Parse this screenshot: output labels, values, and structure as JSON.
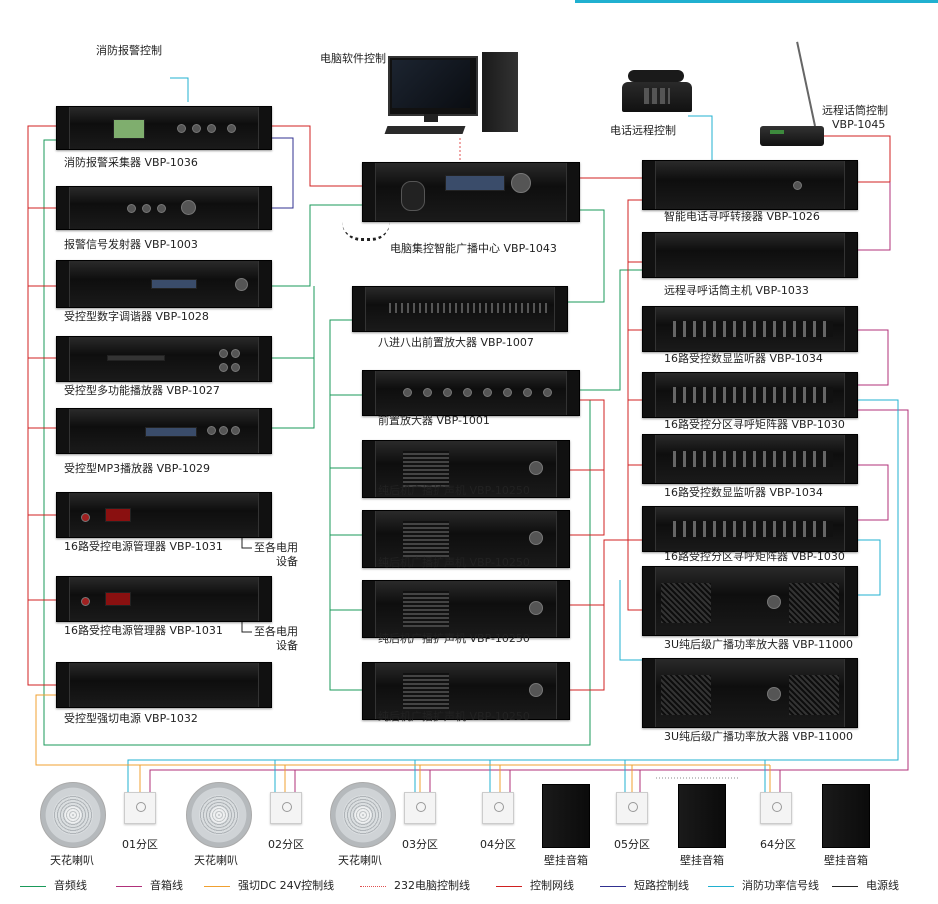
{
  "labels": {
    "fire_alarm_control": "消防报警控制",
    "pc_software_control": "电脑软件控制",
    "phone_remote_control": "电话远程控制",
    "remote_mic_control": "远程话筒控制",
    "remote_mic_model": "VBP-1045",
    "to_devices_1": "至各电用",
    "to_devices_1b": "设备",
    "to_devices_2": "至各电用",
    "to_devices_2b": "设备"
  },
  "left_devices": [
    {
      "label": "消防报警采集器 VBP-1036"
    },
    {
      "label": "报警信号发射器 VBP-1003"
    },
    {
      "label": "受控型数字调谐器 VBP-1028"
    },
    {
      "label": "受控型多功能播放器 VBP-1027"
    },
    {
      "label": "受控型MP3播放器 VBP-1029"
    },
    {
      "label": "16路受控电源管理器 VBP-1031"
    },
    {
      "label": "16路受控电源管理器 VBP-1031"
    },
    {
      "label": "受控型强切电源 VBP-1032"
    }
  ],
  "center_devices": [
    {
      "label": "电脑集控智能广播中心 VBP-1043"
    },
    {
      "label": "八进八出前置放大器 VBP-1007"
    },
    {
      "label": "前置放大器 VBP-1001"
    },
    {
      "label": "纯后机广播扩声机 VBP-10250"
    },
    {
      "label": "纯后机广播扩声机 VBP-10250"
    },
    {
      "label": "纯后机广播扩声机 VBP-10250"
    },
    {
      "label": "纯后机广播扩声机 VBP-10250"
    }
  ],
  "right_devices": [
    {
      "label": "智能电话寻呼转接器 VBP-1026"
    },
    {
      "label": "远程寻呼话筒主机 VBP-1033"
    },
    {
      "label": "16路受控数显监听器 VBP-1034"
    },
    {
      "label": "16路受控分区寻呼矩阵器 VBP-1030"
    },
    {
      "label": "16路受控数显监听器 VBP-1034"
    },
    {
      "label": "16路受控分区寻呼矩阵器 VBP-1030"
    },
    {
      "label": "3U纯后级广播功率放大器 VBP-11000"
    },
    {
      "label": "3U纯后级广播功率放大器 VBP-11000"
    }
  ],
  "speakers": [
    {
      "label": "天花喇叭"
    },
    {
      "label": "01分区"
    },
    {
      "label": "天花喇叭"
    },
    {
      "label": "02分区"
    },
    {
      "label": "天花喇叭"
    },
    {
      "label": "03分区"
    },
    {
      "label": "04分区"
    },
    {
      "label": "壁挂音箱"
    },
    {
      "label": "05分区"
    },
    {
      "label": "壁挂音箱"
    },
    {
      "label": "64分区"
    },
    {
      "label": "壁挂音箱"
    }
  ],
  "legend": [
    {
      "label": "音频线",
      "color": "#1a9a5a"
    },
    {
      "label": "音箱线",
      "color": "#b0307a"
    },
    {
      "label": "强切DC 24V控制线",
      "color": "#f0a030"
    },
    {
      "label": "232电脑控制线",
      "color": "#e05050"
    },
    {
      "label": "控制网线",
      "color": "#d02020"
    },
    {
      "label": "短路控制线",
      "color": "#303090"
    },
    {
      "label": "消防功率信号线",
      "color": "#20b0d0"
    },
    {
      "label": "电源线",
      "color": "#222222"
    }
  ]
}
